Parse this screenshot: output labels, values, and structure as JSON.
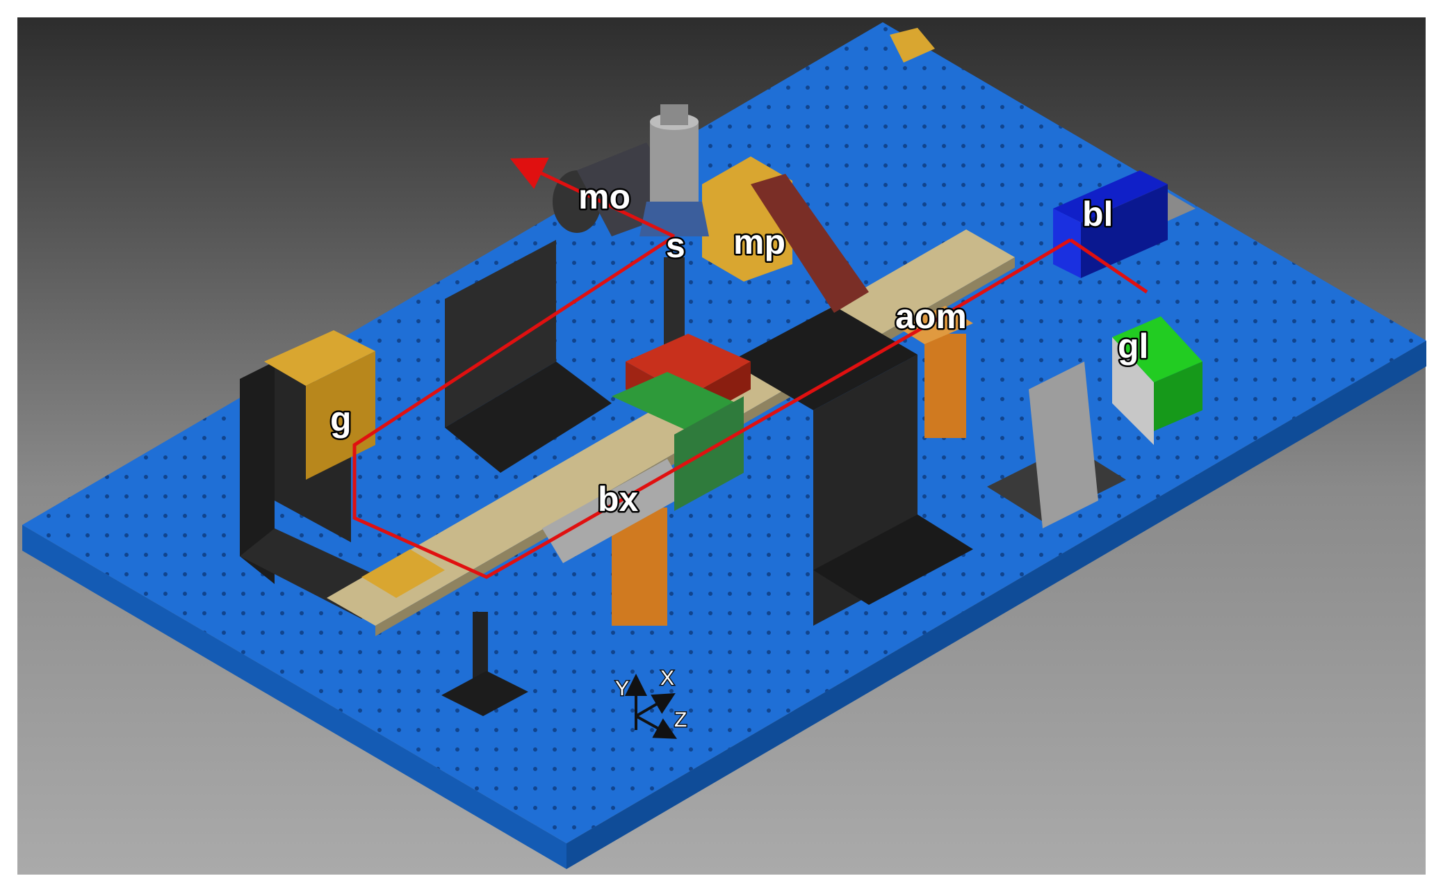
{
  "colors": {
    "table": "#1f6fd6",
    "table_edge": "#114a9e",
    "beam": "#e01010",
    "bl_box": "#1020c8",
    "gl_box": "#22cc22",
    "gold": "#d9a630",
    "black_mount": "#1c1c1c",
    "rail": "#c9b98a",
    "red_stage": "#c8301c",
    "orange": "#d07a20",
    "brown": "#7a2e26"
  },
  "labels": {
    "mo": "mo",
    "s": "s",
    "mp": "mp",
    "bl": "bl",
    "aom": "aom",
    "gl": "gl",
    "g": "g",
    "bx": "bx"
  },
  "axes": {
    "x": "X",
    "y": "Y",
    "z": "Z"
  }
}
